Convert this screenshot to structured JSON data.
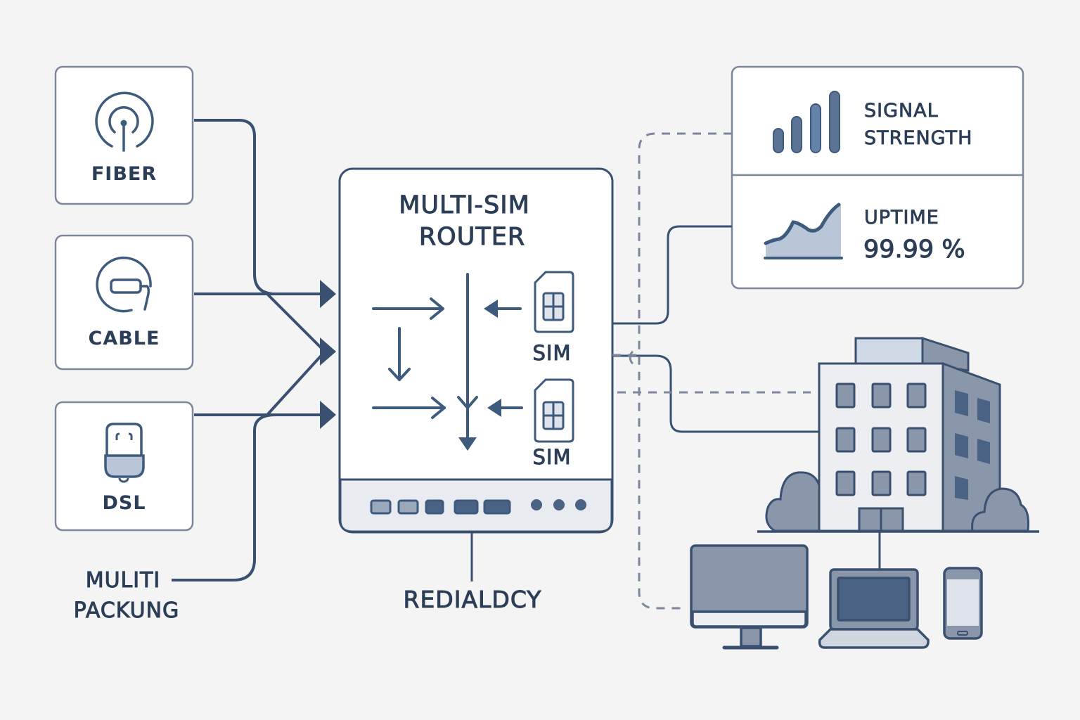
{
  "inputs": [
    {
      "id": "fiber",
      "label": "FIBER",
      "icon": "antenna-icon"
    },
    {
      "id": "cable",
      "label": "CABLE",
      "icon": "cable-icon"
    },
    {
      "id": "dsl",
      "label": "DSL",
      "icon": "plug-icon"
    }
  ],
  "multi_label": {
    "line1": "MULITI",
    "line2": "PACKUNG"
  },
  "router": {
    "title_line1": "MULTI-SIM",
    "title_line2": "ROUTER",
    "sims": [
      {
        "label": "SIM"
      },
      {
        "label": "SIM"
      }
    ],
    "footer_label": "REDIALDCY"
  },
  "metrics": {
    "signal": {
      "line1": "SIGNAL",
      "line2": "STRENGTH",
      "bars": 4
    },
    "uptime": {
      "label": "UPTIME",
      "value": "99.99 %"
    }
  },
  "colors": {
    "background": "#f4f4f4",
    "stroke": "#3a5070",
    "box_border": "#7d8799",
    "fill_light": "#b8c6d8",
    "fill_mid": "#8a97ab",
    "text": "#2c3e57"
  }
}
